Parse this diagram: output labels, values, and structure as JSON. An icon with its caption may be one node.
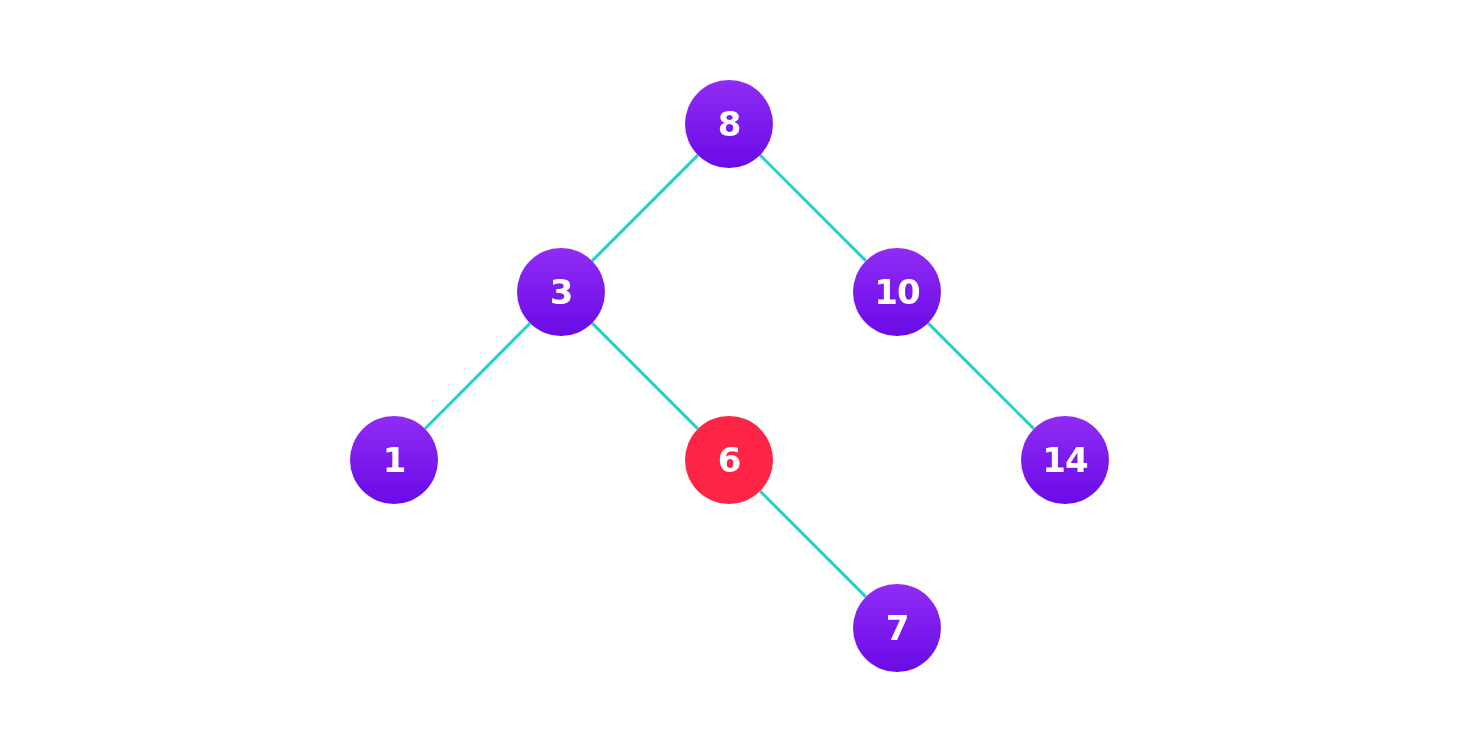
{
  "diagram": {
    "nodes": [
      {
        "text": [
          "8"
        ]
      },
      {
        "text": [
          "3"
        ]
      },
      {
        "text": [
          "10"
        ]
      },
      {
        "text": [
          "1"
        ]
      },
      {
        "text": [
          "6"
        ]
      },
      {
        "text": [
          "14"
        ]
      },
      {
        "text": [
          "7"
        ]
      }
    ],
    "edges": [
      {
        "from": 0,
        "to": 1,
        "arrow": "none"
      },
      {
        "from": 0,
        "to": 2,
        "arrow": "none"
      },
      {
        "from": 1,
        "to": 3,
        "arrow": "none"
      },
      {
        "from": 1,
        "to": 4,
        "arrow": "none"
      },
      {
        "from": 2,
        "to": 5,
        "arrow": "none"
      },
      {
        "from": 4,
        "to": 6,
        "arrow": "none"
      }
    ]
  }
}
